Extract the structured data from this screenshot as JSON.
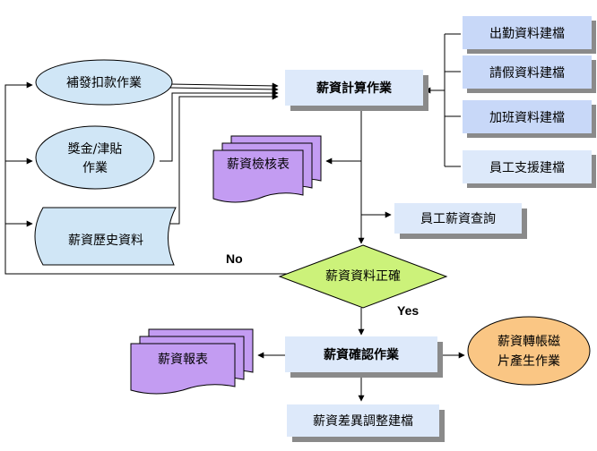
{
  "nodes": {
    "deduction": "補發扣款作業",
    "bonus_line1": "獎金/津貼",
    "bonus_line2": "作業",
    "history": "薪資歷史資料",
    "calc": "薪資計算作業",
    "attendance": "出勤資料建檔",
    "leave": "請假資料建檔",
    "overtime": "加班資料建檔",
    "support": "員工支援建檔",
    "audit": "薪資檢核表",
    "query": "員工薪資查詢",
    "decision": "薪資資料正確",
    "confirm": "薪資確認作業",
    "report": "薪資報表",
    "transfer_line1": "薪資轉帳磁",
    "transfer_line2": "片產生作業",
    "adjust": "薪資差異調整建檔"
  },
  "edges": {
    "no": "No",
    "yes": "Yes"
  },
  "colors": {
    "process_fill": "#dde9fa",
    "side_fill": "#c8d8f8",
    "ellipse_fill": "#d0e6f6",
    "document_fill": "#c39cf2",
    "decision_fill": "#ccf27a",
    "transfer_fill": "#fac684",
    "shadow": "#8a8a8a",
    "line": "#000000"
  }
}
